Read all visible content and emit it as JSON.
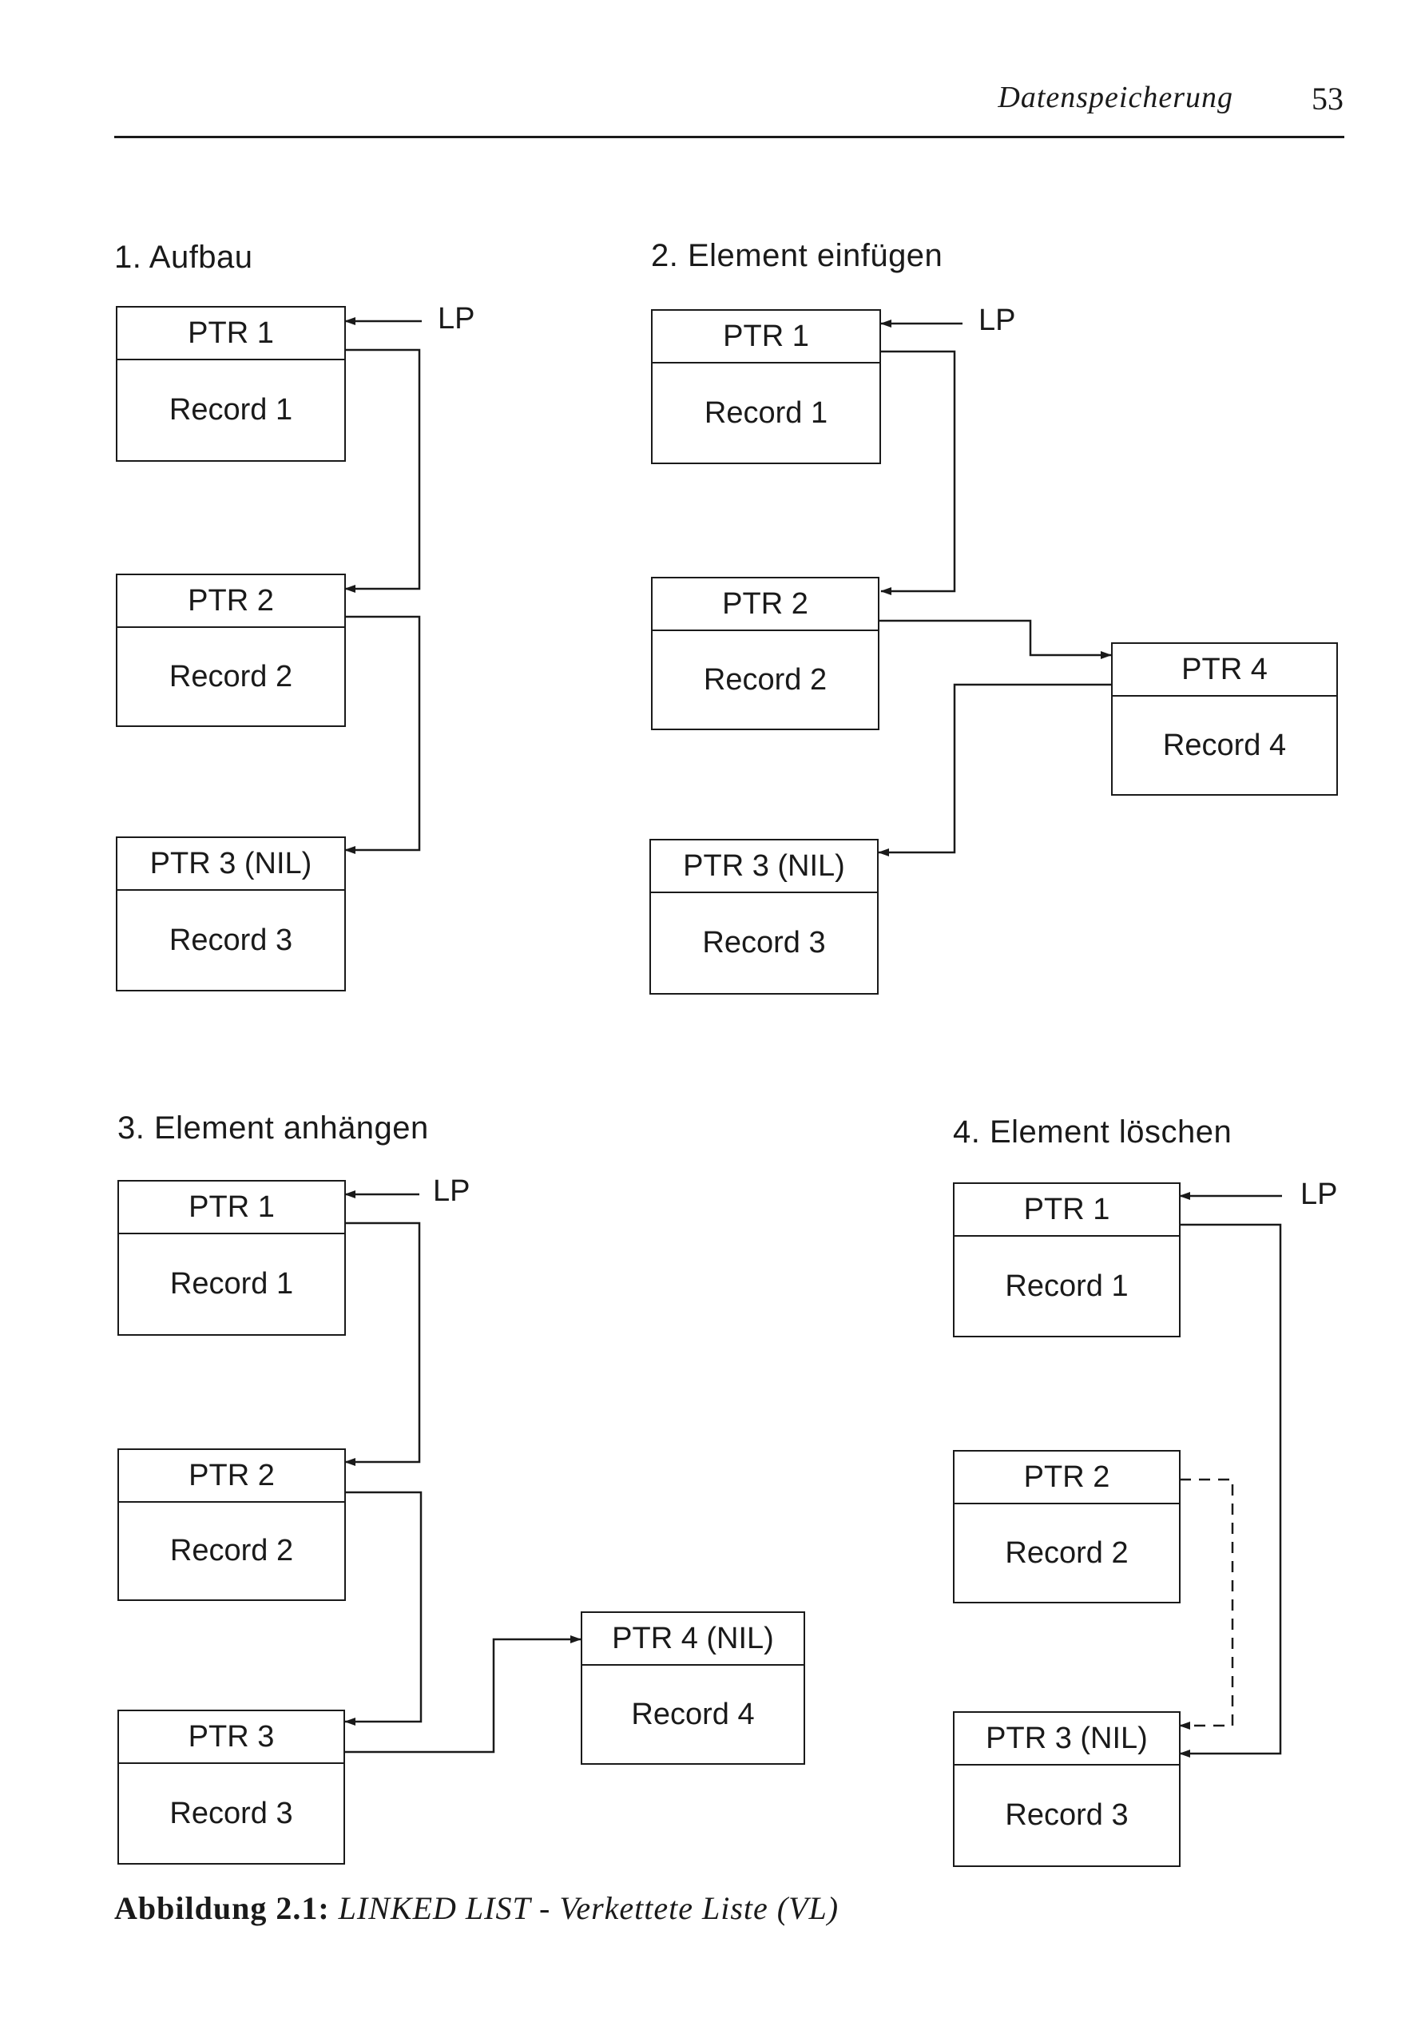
{
  "header": {
    "title": "Datenspeicherung",
    "page_number": "53"
  },
  "sections": [
    {
      "title": "1. Aufbau",
      "lp": "LP",
      "nodes": [
        {
          "ptr": "PTR 1",
          "record": "Record 1"
        },
        {
          "ptr": "PTR 2",
          "record": "Record 2"
        },
        {
          "ptr": "PTR 3 (NIL)",
          "record": "Record 3"
        }
      ]
    },
    {
      "title": "2. Element einfügen",
      "lp": "LP",
      "nodes": [
        {
          "ptr": "PTR 1",
          "record": "Record 1"
        },
        {
          "ptr": "PTR 2",
          "record": "Record 2"
        },
        {
          "ptr": "PTR 4",
          "record": "Record 4"
        },
        {
          "ptr": "PTR 3 (NIL)",
          "record": "Record 3"
        }
      ]
    },
    {
      "title": "3. Element anhängen",
      "lp": "LP",
      "nodes": [
        {
          "ptr": "PTR 1",
          "record": "Record 1"
        },
        {
          "ptr": "PTR 2",
          "record": "Record 2"
        },
        {
          "ptr": "PTR 4 (NIL)",
          "record": "Record 4"
        },
        {
          "ptr": "PTR 3",
          "record": "Record 3"
        }
      ]
    },
    {
      "title": "4. Element löschen",
      "lp": "LP",
      "nodes": [
        {
          "ptr": "PTR 1",
          "record": "Record 1"
        },
        {
          "ptr": "PTR 2",
          "record": "Record 2"
        },
        {
          "ptr": "PTR 3 (NIL)",
          "record": "Record 3"
        }
      ]
    }
  ],
  "caption": {
    "label": "Abbildung 2.1:",
    "text": "LINKED LIST - Verkettete Liste (VL)"
  }
}
